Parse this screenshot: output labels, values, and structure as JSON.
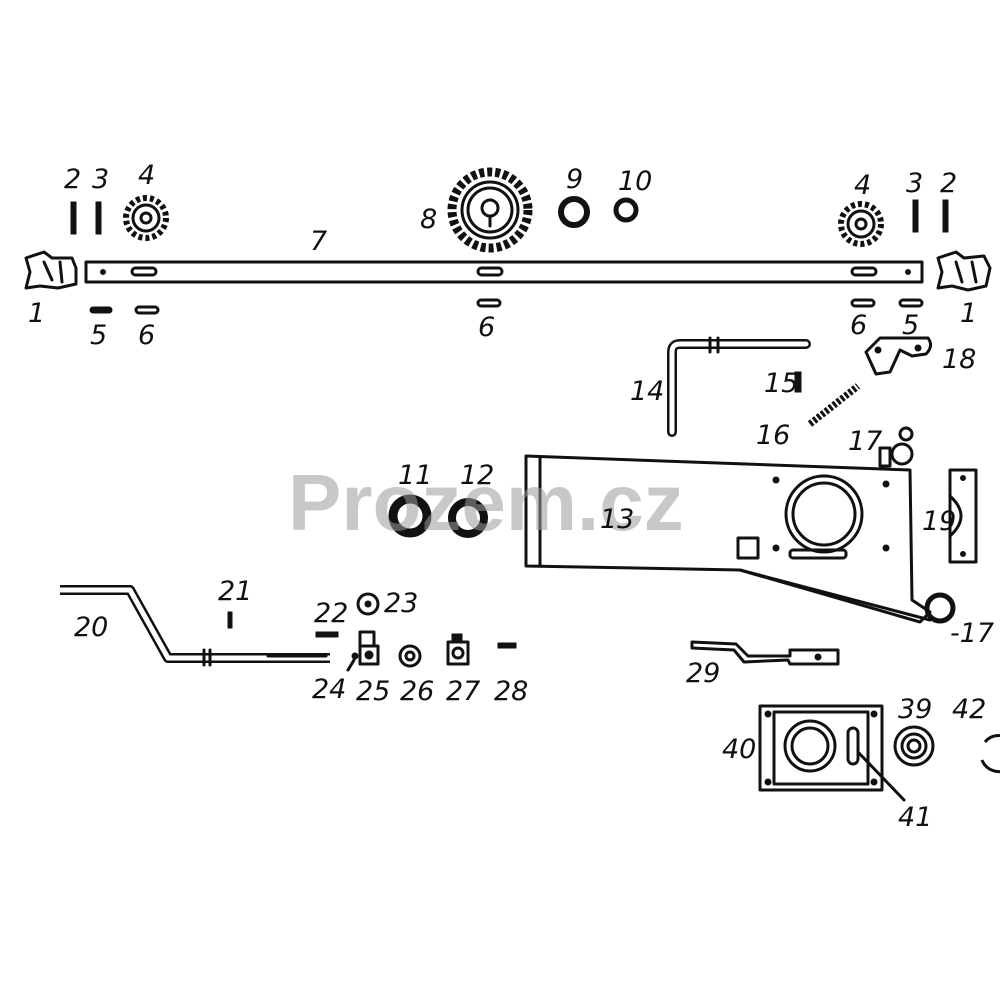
{
  "watermark": "Prozem.cz",
  "parts": [
    {
      "id": "p1a",
      "label": "1"
    },
    {
      "id": "p1b",
      "label": "1"
    },
    {
      "id": "p2a",
      "label": "2"
    },
    {
      "id": "p2b",
      "label": "2"
    },
    {
      "id": "p3a",
      "label": "3"
    },
    {
      "id": "p3b",
      "label": "3"
    },
    {
      "id": "p4a",
      "label": "4"
    },
    {
      "id": "p4b",
      "label": "4"
    },
    {
      "id": "p5a",
      "label": "5"
    },
    {
      "id": "p5b",
      "label": "5"
    },
    {
      "id": "p6a",
      "label": "6"
    },
    {
      "id": "p6b",
      "label": "6"
    },
    {
      "id": "p6c",
      "label": "6"
    },
    {
      "id": "p7",
      "label": "7"
    },
    {
      "id": "p8",
      "label": "8"
    },
    {
      "id": "p9",
      "label": "9"
    },
    {
      "id": "p10",
      "label": "10"
    },
    {
      "id": "p11",
      "label": "11"
    },
    {
      "id": "p12",
      "label": "12"
    },
    {
      "id": "p13",
      "label": "13"
    },
    {
      "id": "p14",
      "label": "14"
    },
    {
      "id": "p15",
      "label": "15"
    },
    {
      "id": "p16",
      "label": "16"
    },
    {
      "id": "p17a",
      "label": "17"
    },
    {
      "id": "p17b",
      "label": "-17"
    },
    {
      "id": "p18",
      "label": "18"
    },
    {
      "id": "p19",
      "label": "19"
    },
    {
      "id": "p20",
      "label": "20"
    },
    {
      "id": "p21",
      "label": "21"
    },
    {
      "id": "p22",
      "label": "22"
    },
    {
      "id": "p23",
      "label": "23"
    },
    {
      "id": "p24",
      "label": "24"
    },
    {
      "id": "p25",
      "label": "25"
    },
    {
      "id": "p26",
      "label": "26"
    },
    {
      "id": "p27",
      "label": "27"
    },
    {
      "id": "p28",
      "label": "28"
    },
    {
      "id": "p29",
      "label": "29"
    },
    {
      "id": "p39",
      "label": "39"
    },
    {
      "id": "p40",
      "label": "40"
    },
    {
      "id": "p41",
      "label": "41"
    },
    {
      "id": "p42",
      "label": "42"
    }
  ]
}
